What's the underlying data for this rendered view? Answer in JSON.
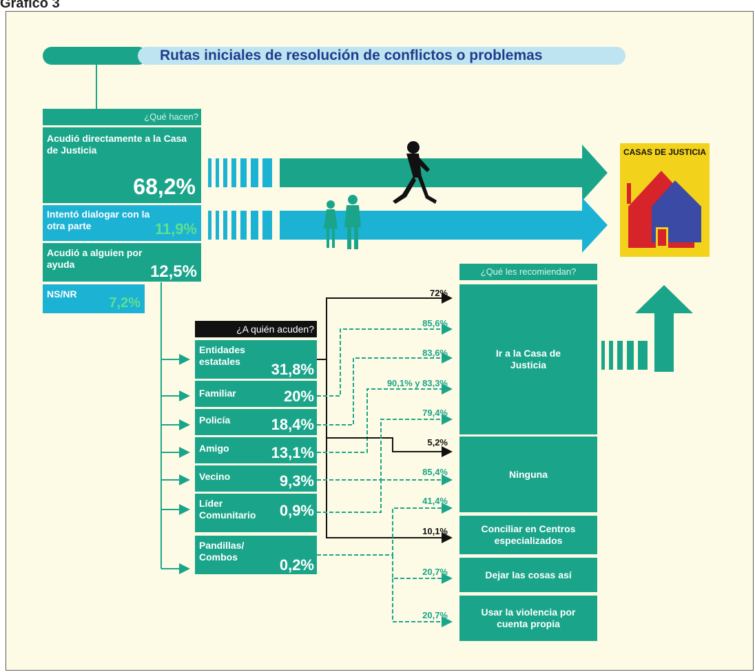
{
  "page_label": "Gráfico 3",
  "title": "Rutas iniciales de resolución de conflictos o problemas",
  "que_hacen": {
    "header": "¿Qué hacen?",
    "items": [
      {
        "label": "Acudió directamente a la Casa de Justicia",
        "pct": "68,2%"
      },
      {
        "label": "Intentó dialogar con la otra parte",
        "pct": "11,9%"
      },
      {
        "label": "Acudió a alguien por ayuda",
        "pct": "12,5%"
      },
      {
        "label": "NS/NR",
        "pct": "7,2%"
      }
    ]
  },
  "a_quien": {
    "header": "¿A quién acuden?",
    "items": [
      {
        "label": "Entidades estatales",
        "pct": "31,8%"
      },
      {
        "label": "Familiar",
        "pct": "20%"
      },
      {
        "label": "Policía",
        "pct": "18,4%"
      },
      {
        "label": "Amigo",
        "pct": "13,1%"
      },
      {
        "label": "Vecino",
        "pct": "9,3%"
      },
      {
        "label": "Líder Comunitario",
        "pct": "0,9%"
      },
      {
        "label": "Pandillas/ Combos",
        "pct": "0,2%"
      }
    ]
  },
  "recomiendan": {
    "header": "¿Qué les recomiendan?",
    "items": [
      {
        "label": "Ir a la Casa de Justicia"
      },
      {
        "label": "Ninguna"
      },
      {
        "label": "Conciliar en Centros especializados"
      },
      {
        "label": "Dejar las cosas así"
      },
      {
        "label": "Usar la violencia por cuenta propia"
      }
    ],
    "pcts": [
      "72%",
      "85,6%",
      "83,6%",
      "90,1% y 83,3%",
      "79,4%",
      "5,2%",
      "85,4%",
      "41,4%",
      "10,1%",
      "20,7%",
      "20,7%"
    ]
  },
  "logo": {
    "text": "CASAS DE JUSTICIA"
  },
  "colors": {
    "teal": "#1aa58a",
    "blue": "#1cb2d4",
    "background": "#fdfbe6",
    "logo_yellow": "#f3d21b"
  }
}
